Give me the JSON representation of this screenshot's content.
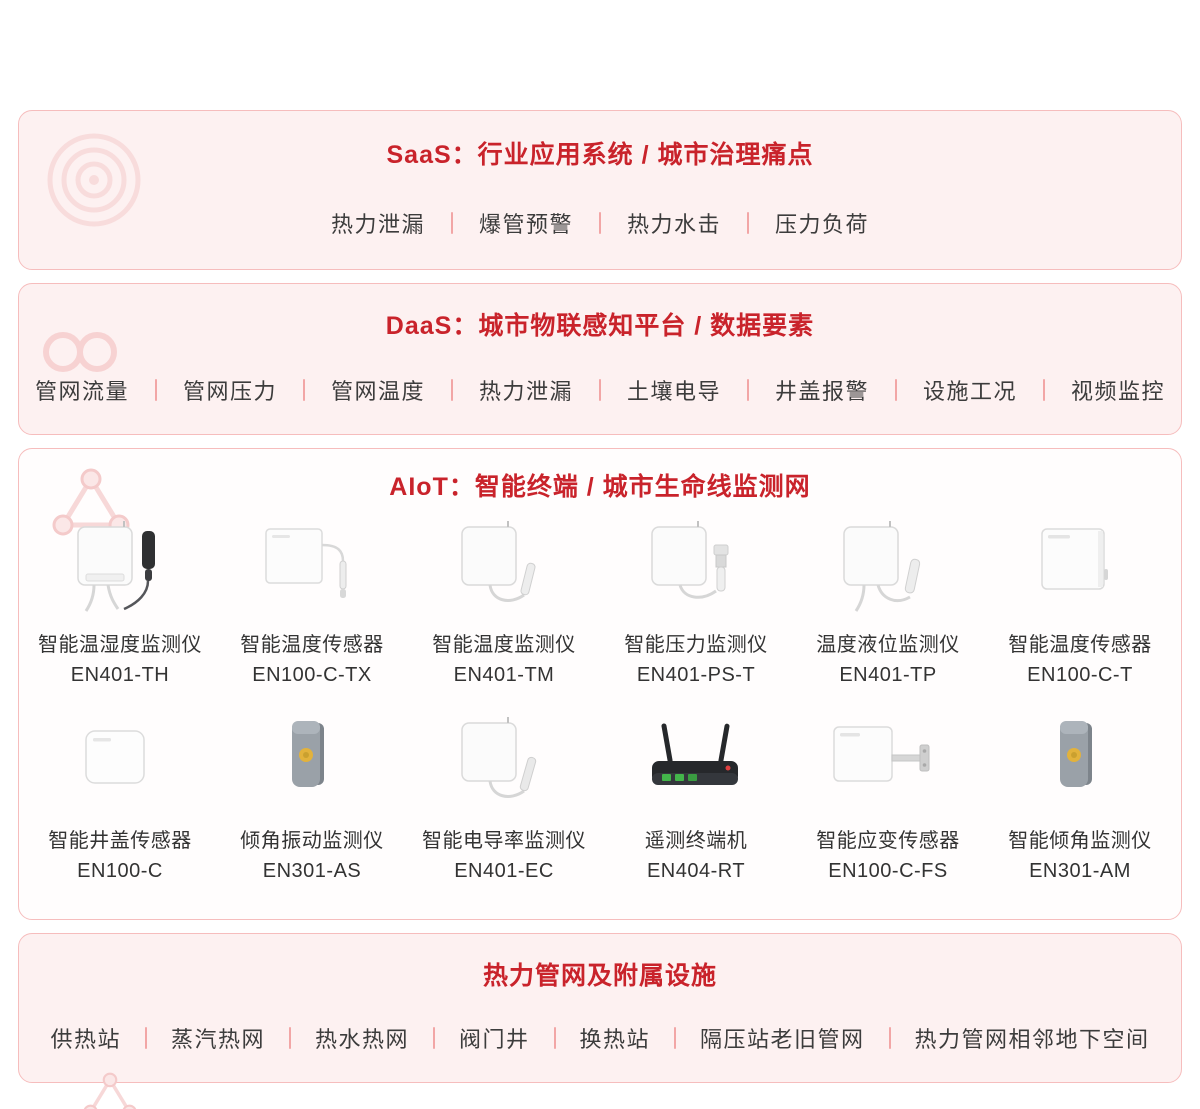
{
  "panels": {
    "saas": {
      "title": "SaaS：行业应用系统 / 城市治理痛点",
      "items": [
        "热力泄漏",
        "爆管预警",
        "热力水击",
        "压力负荷"
      ]
    },
    "daas": {
      "title": "DaaS：城市物联感知平台 / 数据要素",
      "items": [
        "管网流量",
        "管网压力",
        "管网温度",
        "热力泄漏",
        "土壤电导",
        "井盖报警",
        "设施工况",
        "视频监控"
      ]
    },
    "aiot": {
      "title": "AIoT：智能终端 / 城市生命线监测网",
      "products": [
        {
          "name": "智能温湿度监测仪",
          "model": "EN401-TH"
        },
        {
          "name": "智能温度传感器",
          "model": "EN100-C-TX"
        },
        {
          "name": "智能温度监测仪",
          "model": "EN401-TM"
        },
        {
          "name": "智能压力监测仪",
          "model": "EN401-PS-T"
        },
        {
          "name": "温度液位监测仪",
          "model": "EN401-TP"
        },
        {
          "name": "智能温度传感器",
          "model": "EN100-C-T"
        },
        {
          "name": "智能井盖传感器",
          "model": "EN100-C"
        },
        {
          "name": "倾角振动监测仪",
          "model": "EN301-AS"
        },
        {
          "name": "智能电导率监测仪",
          "model": "EN401-EC"
        },
        {
          "name": "遥测终端机",
          "model": "EN404-RT"
        },
        {
          "name": "智能应变传感器",
          "model": "EN100-C-FS"
        },
        {
          "name": "智能倾角监测仪",
          "model": "EN301-AM"
        }
      ]
    },
    "pipeline": {
      "title": "热力管网及附属设施",
      "items": [
        "供热站",
        "蒸汽热网",
        "热水热网",
        "阀门井",
        "换热站",
        "隔压站老旧管网",
        "热力管网相邻地下空间"
      ]
    }
  },
  "colors": {
    "accent": "#c9232b",
    "panel_border": "#f6bdbd",
    "panel_bg": "#fdf1f1",
    "divider": "#f2a6a6",
    "text": "#3c3c3c"
  }
}
